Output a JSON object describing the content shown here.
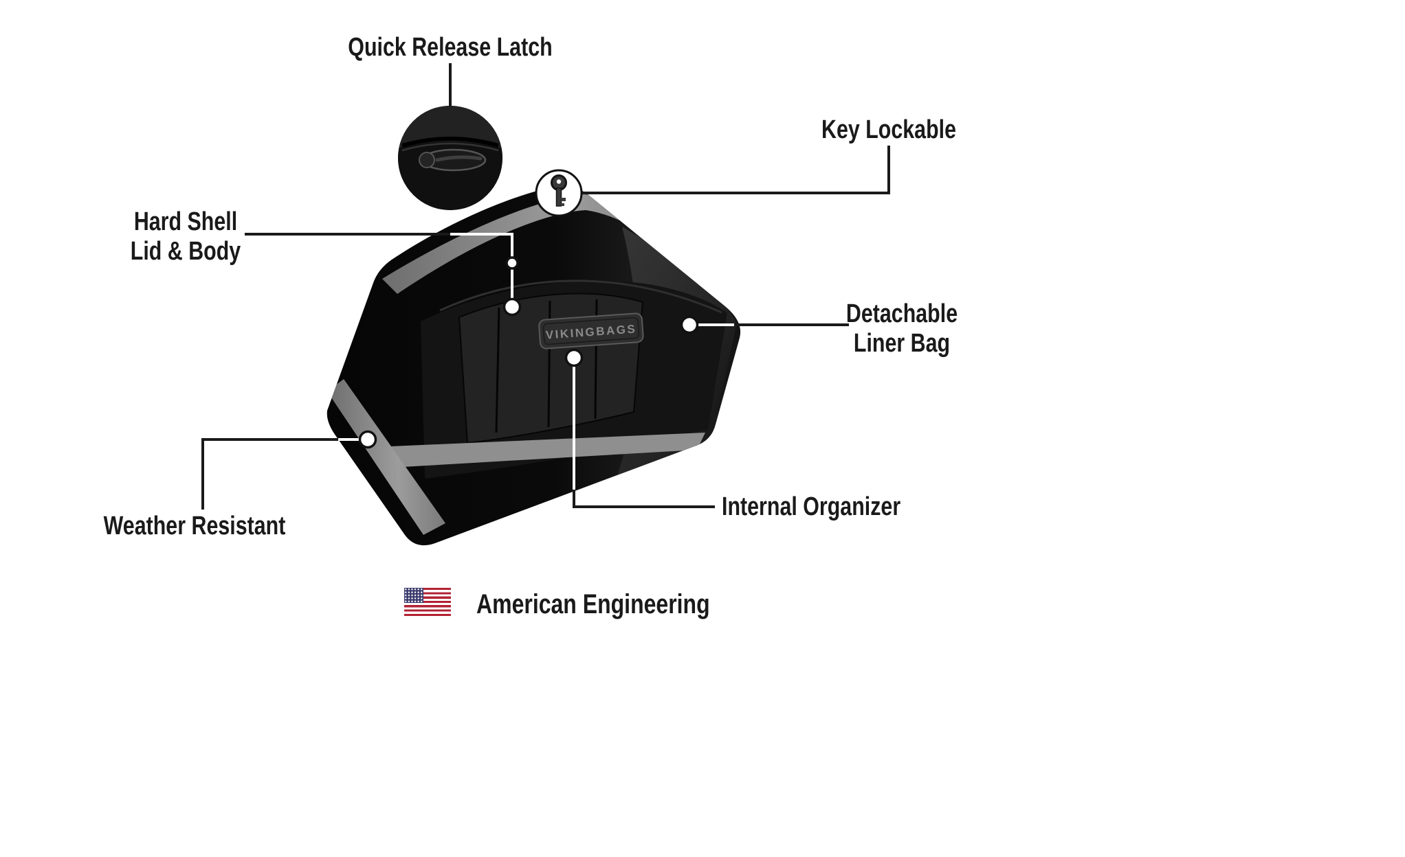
{
  "labels": {
    "quick_release_latch": "Quick Release Latch",
    "key_lockable": "Key Lockable",
    "hard_shell_line1": "Hard Shell",
    "hard_shell_line2": "Lid & Body",
    "detachable_line1": "Detachable",
    "detachable_line2": "Liner Bag",
    "weather_resistant": "Weather Resistant",
    "internal_organizer": "Internal Organizer",
    "american_engineering": "American Engineering"
  },
  "product": {
    "brand_plate": "VIKINGBAGS"
  },
  "colors": {
    "callout_line": "#1a1a1a",
    "label_text": "#1a1a1a",
    "bag_body": "#0b0b0b",
    "accent_stripe": "#8f8f8f",
    "flag_red": "#B22234",
    "flag_blue": "#3C3B6E"
  },
  "icons": {
    "key": "key-icon",
    "latch": "latch-icon",
    "flag": "us-flag-icon"
  }
}
